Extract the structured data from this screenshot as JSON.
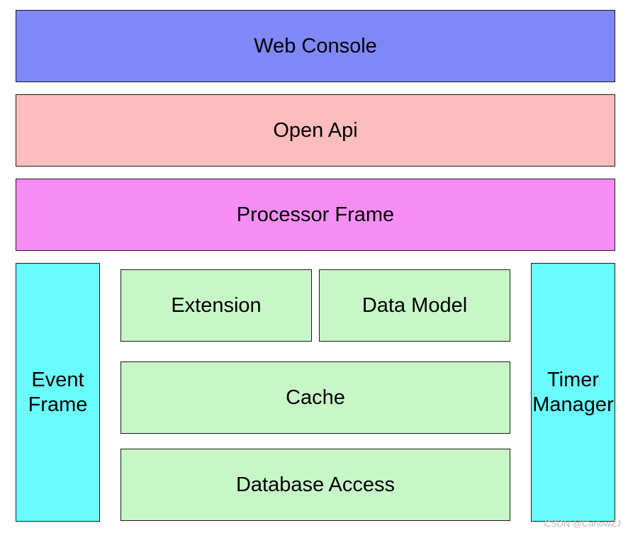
{
  "layers": {
    "web_console": "Web Console",
    "open_api": "Open Api",
    "processor_frame": "Processor Frame",
    "event_frame": "Event Frame",
    "timer_manager": "Timer Manager",
    "extension": "Extension",
    "data_model": "Data Model",
    "cache": "Cache",
    "database_access": "Database Access"
  },
  "colors": {
    "web_console": "#8088f7",
    "open_api": "#fbbdbd",
    "processor_frame": "#f68ef5",
    "side_panels": "#6afcfc",
    "core_modules": "#c7f7c7"
  },
  "watermark": "CSDN @CarlowZJ"
}
